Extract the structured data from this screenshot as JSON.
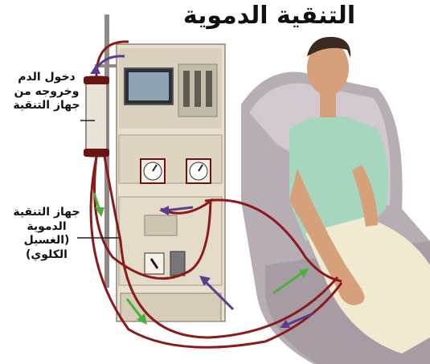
{
  "title": "التنقية الدموية",
  "labels": {
    "blood_flow": [
      "دخول الدم",
      "وخروجه من",
      "جهاز التنقية"
    ],
    "machine": [
      "جهاز التنقية",
      "الدموية",
      "(الغسيل",
      "الكلوي)"
    ]
  },
  "colors": {
    "tube_red": "#8b1a1a",
    "arrow_purple": "#5b3c8e",
    "arrow_green": "#4caf3d",
    "machine_body": "#e9e1cf",
    "chair": "#b9aeb7",
    "shirt": "#a8d8c0",
    "pants": "#f1ecd2",
    "skin": "#d7a07a"
  },
  "icons": [
    "pressure-gauge-icon",
    "monitor-screen-icon",
    "flow-arrow-icon"
  ]
}
